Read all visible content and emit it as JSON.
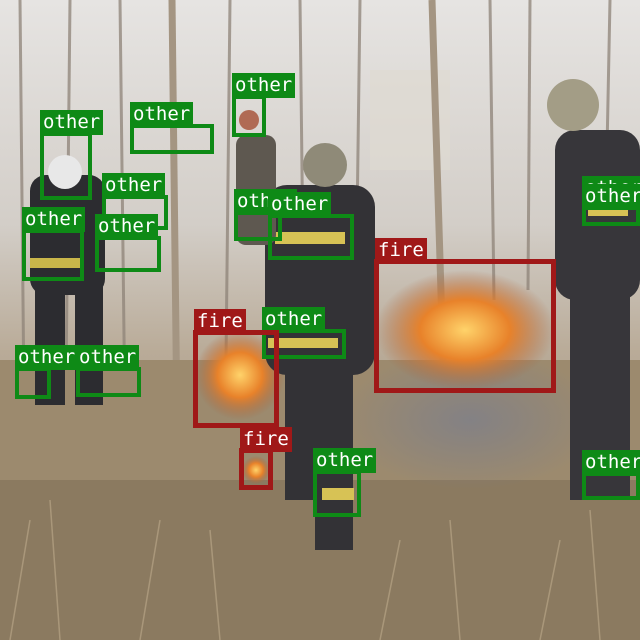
{
  "image": {
    "description_classes": [
      "fire",
      "other"
    ],
    "colors": {
      "fire": "#a01818",
      "other": "#0e8a16"
    }
  },
  "detections": [
    {
      "label": "other"
    },
    {
      "label": "other"
    },
    {
      "label": "other"
    },
    {
      "label": "other"
    },
    {
      "label": "other"
    },
    {
      "label": "other"
    },
    {
      "label": "other"
    },
    {
      "label": "other"
    },
    {
      "label": "other"
    },
    {
      "label": "other"
    },
    {
      "label": "other"
    },
    {
      "label": "other"
    },
    {
      "label": "other"
    },
    {
      "label": "fire"
    },
    {
      "label": "fire"
    },
    {
      "label": "fire"
    },
    {
      "label": "other"
    },
    {
      "label": "other"
    }
  ]
}
